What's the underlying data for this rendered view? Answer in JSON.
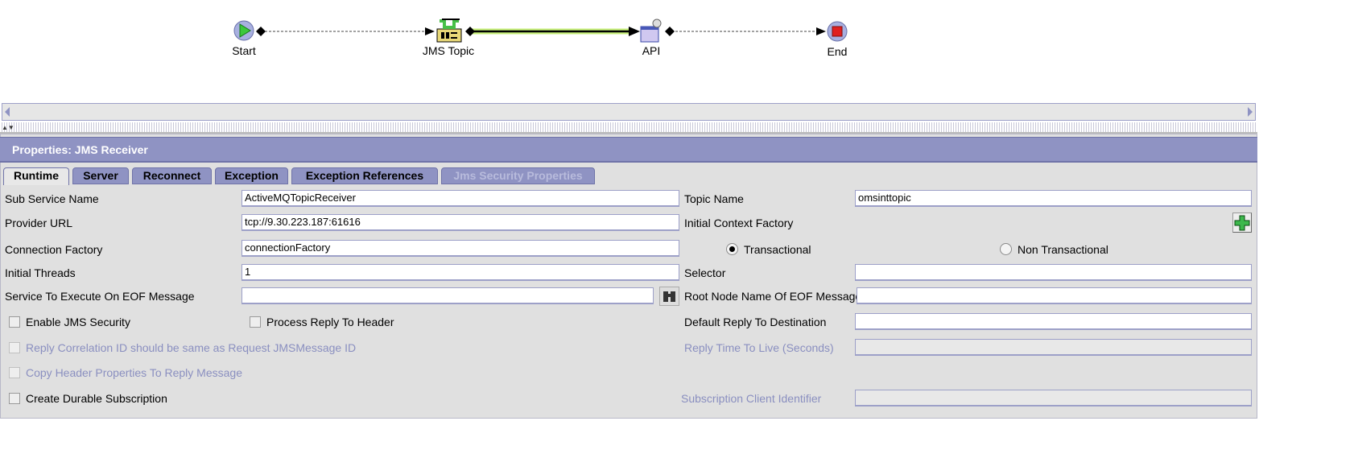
{
  "flow": {
    "nodes": [
      {
        "label": "Start",
        "icon": "start-icon"
      },
      {
        "label": "JMS Topic",
        "icon": "jms-topic-icon"
      },
      {
        "label": "API",
        "icon": "api-icon"
      },
      {
        "label": "End",
        "icon": "end-icon"
      }
    ]
  },
  "properties": {
    "title": "Properties: JMS Receiver",
    "tabs": [
      {
        "label": "Runtime",
        "active": true
      },
      {
        "label": "Server"
      },
      {
        "label": "Reconnect"
      },
      {
        "label": "Exception"
      },
      {
        "label": "Exception References"
      },
      {
        "label": "Jms Security Properties",
        "disabled": true
      }
    ],
    "fields": {
      "sub_service_name": {
        "label": "Sub Service Name",
        "value": "ActiveMQTopicReceiver"
      },
      "provider_url": {
        "label": "Provider URL",
        "value": "tcp://9.30.223.187:61616"
      },
      "connection_factory": {
        "label": "Connection Factory",
        "value": "connectionFactory"
      },
      "initial_threads": {
        "label": "Initial Threads",
        "value": "1"
      },
      "service_eof": {
        "label": "Service To Execute On EOF Message",
        "value": ""
      },
      "topic_name": {
        "label": "Topic Name",
        "value": "omsinttopic"
      },
      "initial_context_factory": {
        "label": "Initial Context Factory"
      },
      "selector": {
        "label": "Selector",
        "value": ""
      },
      "root_node_eof": {
        "label": "Root Node Name Of EOF Message",
        "value": ""
      },
      "default_reply": {
        "label": "Default Reply To Destination",
        "value": ""
      },
      "reply_ttl": {
        "label": "Reply Time To Live (Seconds)",
        "value": ""
      },
      "subscription_client": {
        "label": "Subscription Client Identifier",
        "value": ""
      }
    },
    "radios": {
      "transactional": {
        "label": "Transactional",
        "selected": true
      },
      "non_transactional": {
        "label": "Non Transactional",
        "selected": false
      }
    },
    "checkboxes": {
      "enable_jms_security": {
        "label": "Enable JMS Security",
        "checked": false
      },
      "process_reply": {
        "label": "Process Reply To Header",
        "checked": false
      },
      "reply_correlation": {
        "label": "Reply Correlation ID should be same as Request JMSMessage ID",
        "checked": false,
        "disabled": true
      },
      "copy_header": {
        "label": "Copy Header Properties To Reply Message",
        "checked": false,
        "disabled": true
      },
      "durable": {
        "label": "Create Durable Subscription",
        "checked": false
      }
    }
  }
}
